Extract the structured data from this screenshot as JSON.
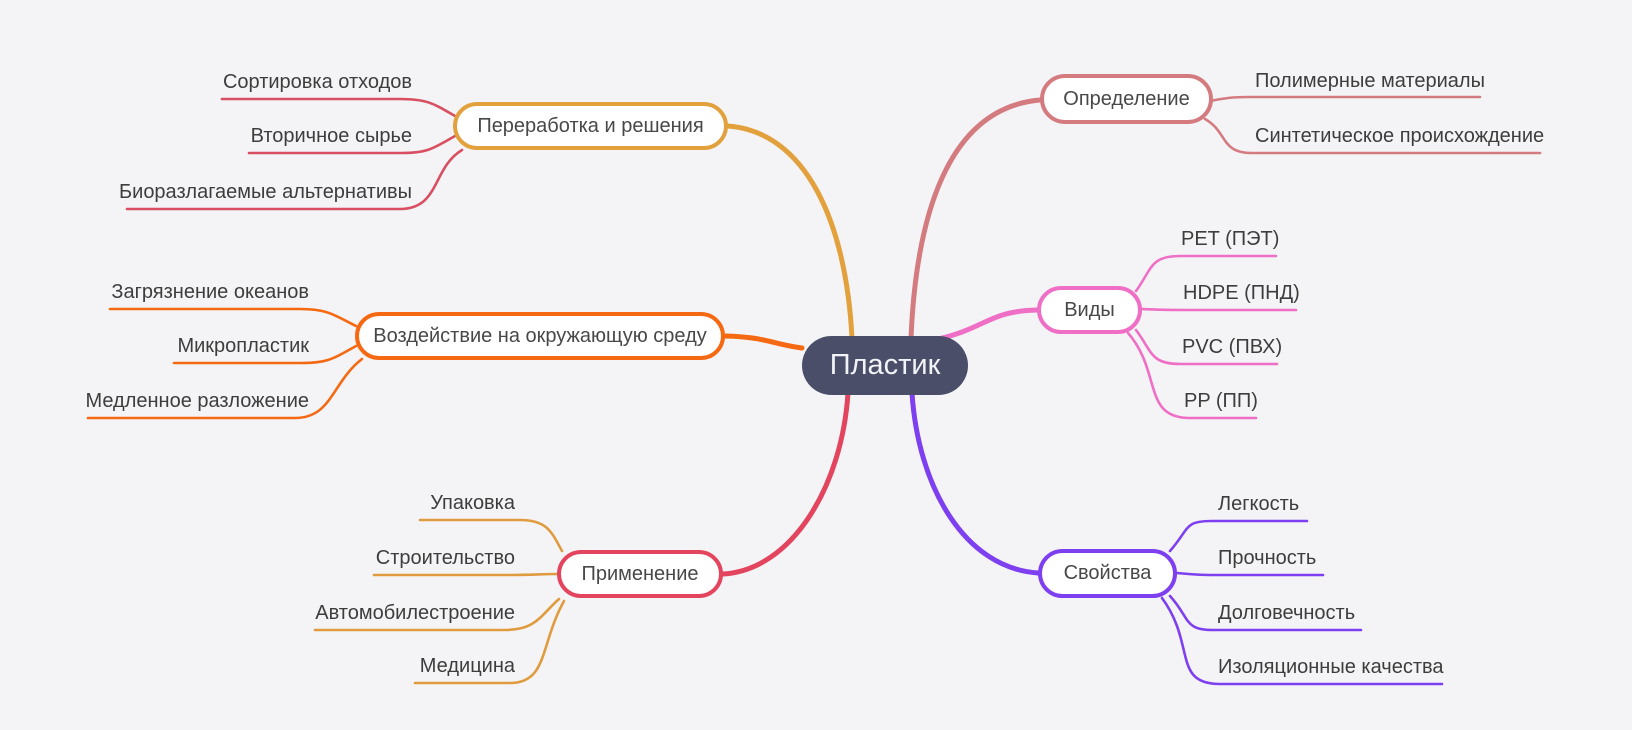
{
  "root": {
    "label": "Пластик"
  },
  "colors": {
    "background": "#f4f4f6",
    "root_fill": "#4a4e68",
    "root_text": "#f2f3f7",
    "node_text": "#484848",
    "leaf_text": "#3d3d3d",
    "salmon": "#d47b80",
    "pink": "#ee6fc5",
    "purple": "#7d3ff0",
    "orange": "#f56913",
    "amber": "#e2a13c",
    "crimson": "#e3455e",
    "amber_soft": "#df9b3e",
    "crimson_soft": "#d84f62"
  },
  "branches": [
    {
      "label": "Определение",
      "children": [
        "Полимерные материалы",
        "Синтетическое происхождение"
      ]
    },
    {
      "label": "Виды",
      "children": [
        "PET (ПЭТ)",
        "HDPE (ПНД)",
        "PVC (ПВХ)",
        "PP (ПП)"
      ]
    },
    {
      "label": "Свойства",
      "children": [
        "Легкость",
        "Прочность",
        "Долговечность",
        "Изоляционные качества"
      ]
    },
    {
      "label": "Переработка и решения",
      "children": [
        "Сортировка отходов",
        "Вторичное сырье",
        "Биоразлагаемые альтернативы"
      ]
    },
    {
      "label": "Воздействие на окружающую среду",
      "children": [
        "Загрязнение океанов",
        "Микропластик",
        "Медленное разложение"
      ]
    },
    {
      "label": "Применение",
      "children": [
        "Упаковка",
        "Строительство",
        "Автомобилестроение",
        "Медицина"
      ]
    }
  ]
}
